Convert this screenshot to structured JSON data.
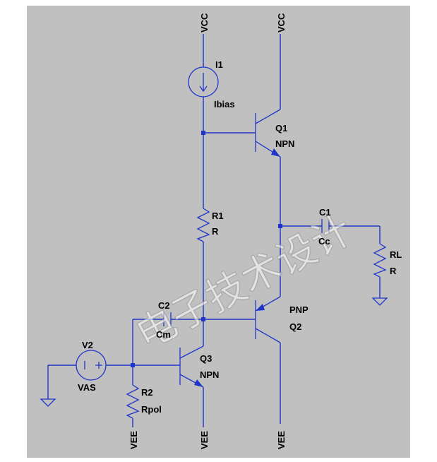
{
  "watermark": "电子技术设计",
  "colors": {
    "background": "#c0c0c0",
    "wire": "#1f35c8",
    "frame": "#ffffff"
  },
  "power": {
    "vcc": "VCC",
    "vee": "VEE"
  },
  "components": {
    "I1": {
      "name": "I1",
      "value": "Ibias"
    },
    "Q1": {
      "name": "Q1",
      "type": "NPN"
    },
    "R1": {
      "name": "R1",
      "value": "R"
    },
    "C1": {
      "name": "C1",
      "value": "Cc"
    },
    "RL": {
      "name": "RL",
      "value": "R"
    },
    "C2": {
      "name": "C2",
      "value": "Cm"
    },
    "Q2": {
      "name": "Q2",
      "type": "PNP"
    },
    "V2": {
      "name": "V2",
      "value": "VAS"
    },
    "Q3": {
      "name": "Q3",
      "type": "NPN"
    },
    "R2": {
      "name": "R2",
      "value": "Rpol"
    }
  }
}
